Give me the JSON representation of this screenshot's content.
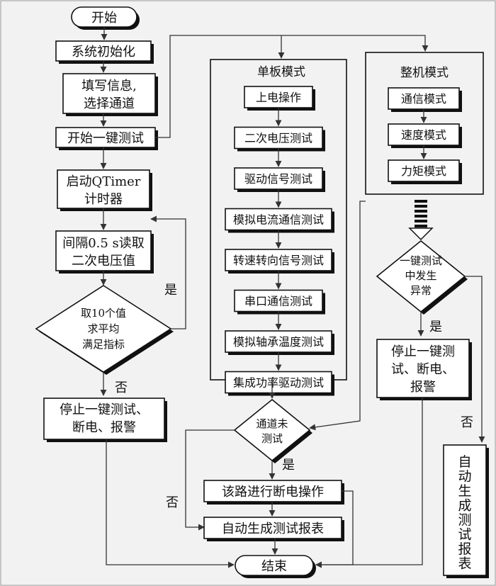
{
  "nodes": {
    "start": "开始",
    "init": "系统初始化",
    "fill_info_1": "填写信息,",
    "fill_info_2": "选择通道",
    "start_test": "开始一键测试",
    "qtimer_1": "启动QTimer",
    "qtimer_2": "计时器",
    "read_1": "间隔0.5 s读取",
    "read_2": "二次电压值",
    "avg_1": "取10个值",
    "avg_2": "求平均",
    "avg_3": "满足指标",
    "stop_left_1": "停止一键测试、",
    "stop_left_2": "断电、报警",
    "board_title": "单板模式",
    "board_steps": [
      "上电操作",
      "二次电压测试",
      "驱动信号测试",
      "模拟电流通信测试",
      "转速转向信号测试",
      "串口通信测试",
      "模拟轴承温度测试",
      "集成功率驱动测试"
    ],
    "machine_title": "整机模式",
    "machine_steps": [
      "通信模式",
      "速度模式",
      "力矩模式"
    ],
    "abn_1": "一键测试",
    "abn_2": "中发生",
    "abn_3": "异常",
    "stop_right_1": "停止一键测",
    "stop_right_2": "试、断电、",
    "stop_right_3": "报警",
    "auto_right": [
      "自",
      "动",
      "生",
      "成",
      "测",
      "试",
      "报",
      "表"
    ],
    "ch_1": "通道未",
    "ch_2": "测试",
    "power_off": "该路进行断电操作",
    "auto_report": "自动生成测试报表",
    "end": "结束"
  },
  "labels": {
    "yes_left": "是",
    "no_left": "否",
    "yes_right": "是",
    "no_right": "否",
    "yes_ch": "是",
    "no_ch": "否"
  },
  "colors": {
    "background": "#f2f2f2",
    "box_fill": "#ffffff",
    "stroke": "#111111",
    "shadow": "#111111"
  }
}
